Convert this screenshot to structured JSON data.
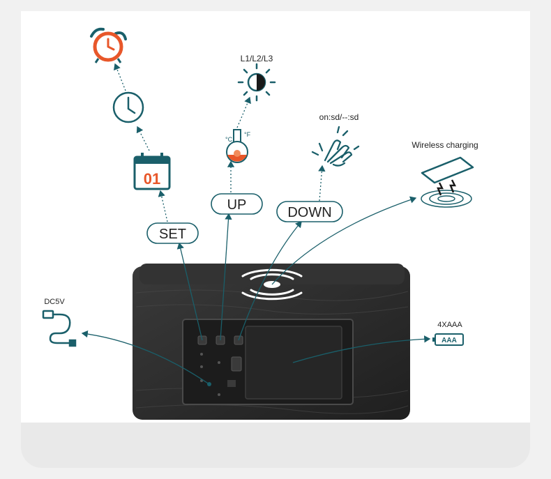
{
  "labels": {
    "set": "SET",
    "up": "UP",
    "down": "DOWN",
    "brightness": "L1/L2/L3",
    "sound": "on:sd/--:sd",
    "wireless": "Wireless charging",
    "dc": "DC5V",
    "battery": "4XAAA",
    "battery_text": "AAA",
    "calendar_day": "01",
    "temp_c": "°C",
    "temp_f": "°F"
  },
  "colors": {
    "accent": "#1a5f6a",
    "alarm": "#e8572a",
    "device": "#2b2b2b"
  },
  "icons": {
    "alarm": "alarm-clock-icon",
    "clock": "clock-icon",
    "calendar": "calendar-icon",
    "brightness": "half-sun-icon",
    "thermometer": "thermometer-flask-icon",
    "clap": "clapping-hands-icon",
    "phone": "phone-charging-icon",
    "usb": "usb-cable-icon",
    "battery": "battery-icon"
  }
}
